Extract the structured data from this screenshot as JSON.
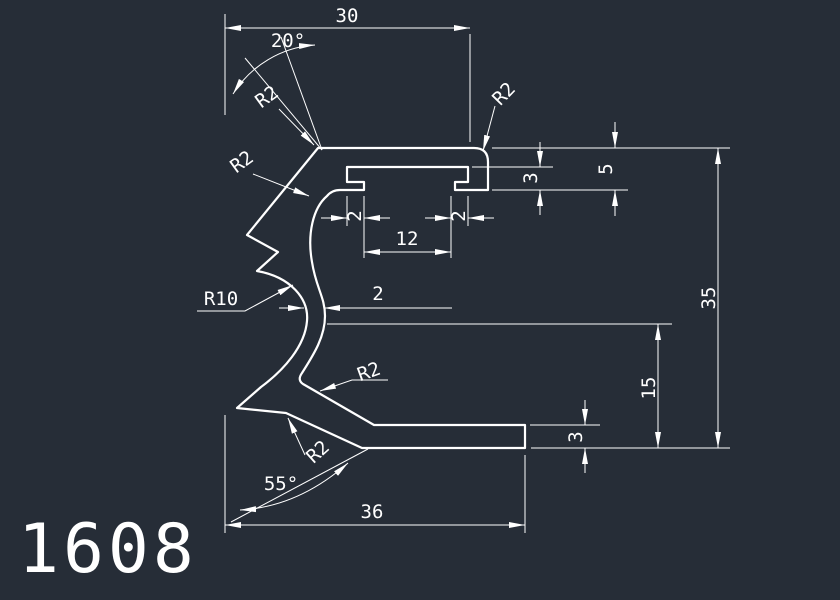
{
  "drawing": {
    "background": "#262d37",
    "line_color": "#ffffff",
    "part_number": "1608"
  },
  "dimensions": {
    "top_width": "30",
    "top_angle": "20°",
    "fillet": "R2",
    "channel_depth": "3",
    "flange_thickness": "5",
    "lip_left_width": "2",
    "lip_right_width": "2",
    "slot_width": "12",
    "wall_thickness": "2",
    "wall_radius": "R10",
    "overall_height": "35",
    "leg_height": "15",
    "base_thickness": "3",
    "bottom_angle": "55°",
    "bottom_width": "36"
  }
}
